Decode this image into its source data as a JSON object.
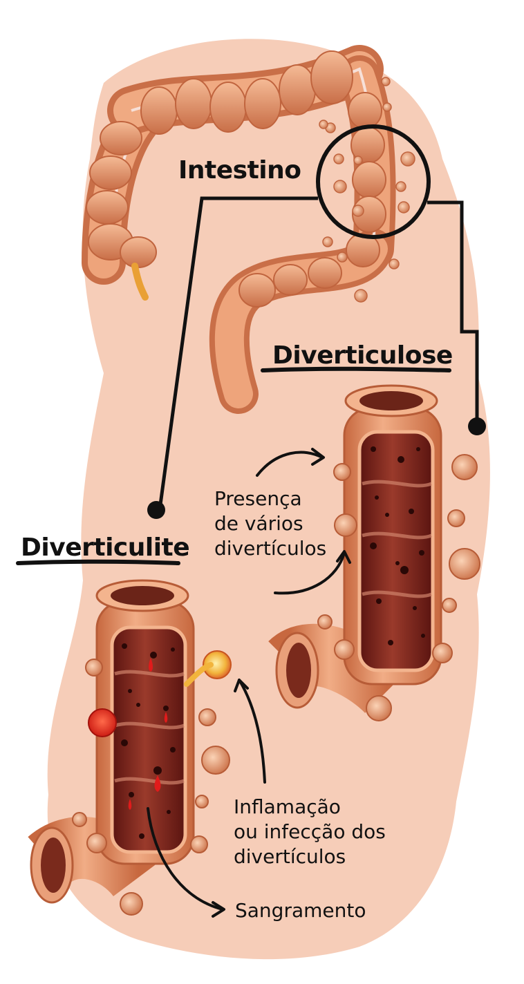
{
  "labels": {
    "intestine": "Intestino",
    "diverticulosis": "Diverticulose",
    "diverticulitis": "Diverticulite",
    "diverticulosis_note": "Presença\nde vários\ndivertículos",
    "diverticulitis_note": "Inflamação\nou infecção dos\ndivertículos",
    "bleeding": "Sangramento"
  },
  "colors": {
    "background_splash": "#f6cdb8",
    "colon_outer": "#e0936a",
    "colon_dark": "#c26a45",
    "colon_light": "#f3b48e",
    "lumen": "#8b2d22",
    "lumen_dark": "#5a1410",
    "inflammation": "#f2c04a",
    "blood": "#e11b1b",
    "ink": "#111111"
  }
}
